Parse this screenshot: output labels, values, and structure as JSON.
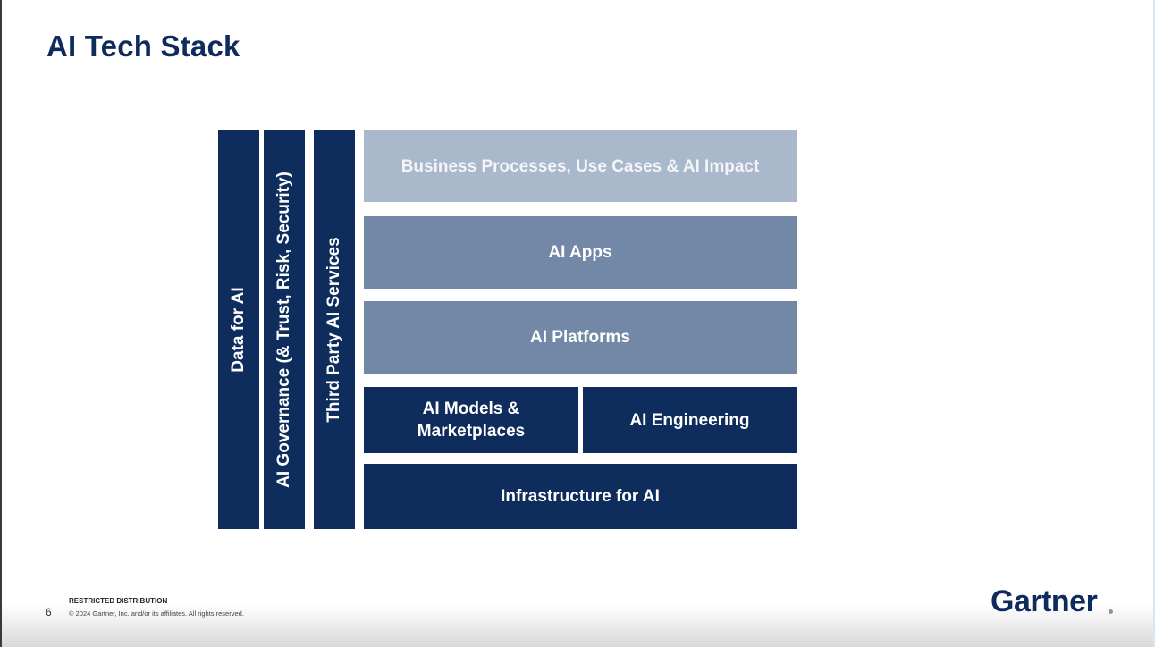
{
  "slide": {
    "title": "AI Tech Stack",
    "page_number": "6",
    "footer": {
      "restricted": "RESTRICTED DISTRIBUTION",
      "copyright": "© 2024 Gartner, Inc. and/or its affiliates. All rights reserved."
    },
    "logo": "Gartner"
  },
  "colors": {
    "title": "#0f2a5c",
    "dark_navy": "#0f2d5c",
    "mid_slate": "#7387a7",
    "light_slate": "#a9b9cb"
  },
  "diagram": {
    "vertical_columns": [
      {
        "label": "Data for AI"
      },
      {
        "label": "AI Governance  (& Trust, Risk, Security)"
      },
      {
        "label": "Third Party AI Services"
      }
    ],
    "layers": [
      {
        "label": "Business Processes, Use Cases & AI Impact"
      },
      {
        "label": "AI Apps"
      },
      {
        "label": "AI Platforms"
      },
      {
        "label": "AI Models & Marketplaces"
      },
      {
        "label": "AI Engineering"
      },
      {
        "label": "Infrastructure for AI"
      }
    ]
  }
}
